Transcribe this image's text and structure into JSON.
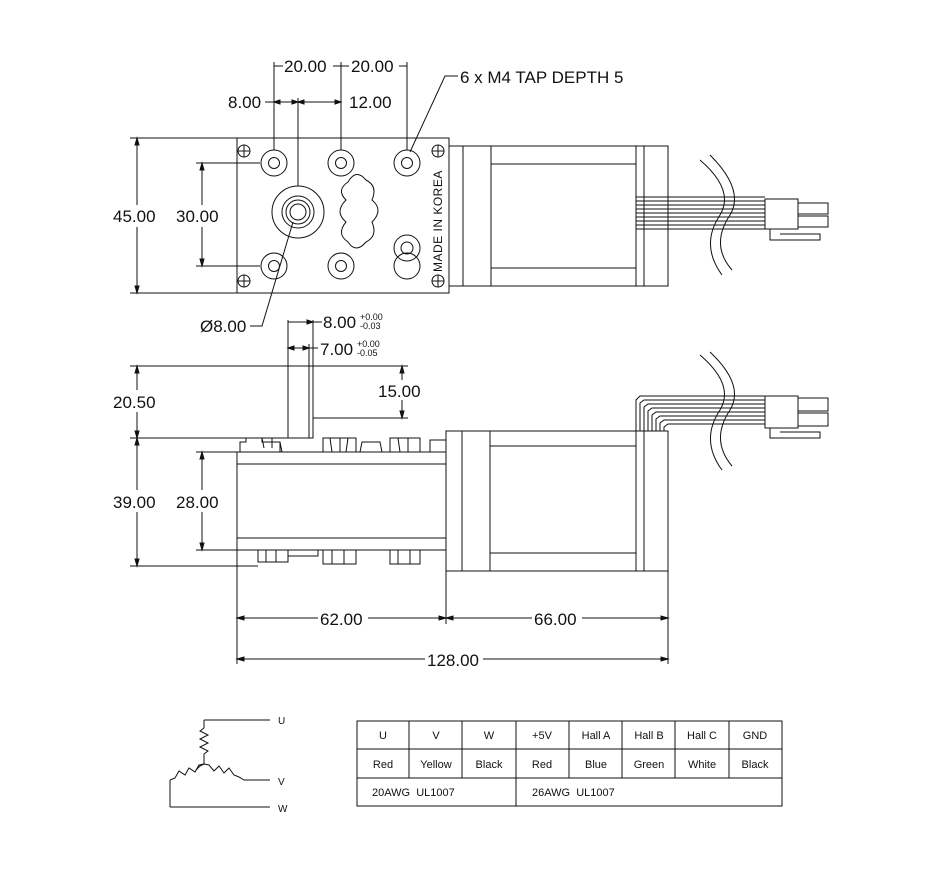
{
  "top_view": {
    "dim_20a": "20.00",
    "dim_20b": "20.00",
    "dim_8": "8.00",
    "dim_12": "12.00",
    "tap_note": "6 x M4 TAP DEPTH 5",
    "dim_45": "45.00",
    "dim_30": "30.00",
    "shaft_dia": "Ø8.00",
    "made_in": "MADE IN KOREA"
  },
  "side_view": {
    "shaft_w": "8.00",
    "shaft_w_tol_up": "+0.00",
    "shaft_w_tol_dn": "-0.03",
    "flat_w": "7.00",
    "flat_w_tol_up": "+0.00",
    "flat_w_tol_dn": "-0.05",
    "dim_20_5": "20.50",
    "dim_15": "15.00",
    "dim_39": "39.00",
    "dim_28": "28.00",
    "dim_62": "62.00",
    "dim_66": "66.00",
    "dim_128": "128.00"
  },
  "wiring": {
    "phases": [
      "U",
      "V",
      "W"
    ],
    "headers": [
      "U",
      "V",
      "W",
      "+5V",
      "Hall A",
      "Hall B",
      "Hall C",
      "GND"
    ],
    "colors": [
      "Red",
      "Yellow",
      "Black",
      "Red",
      "Blue",
      "Green",
      "White",
      "Black"
    ],
    "wire_power": "20AWG  UL1007",
    "wire_signal": "26AWG  UL1007"
  }
}
